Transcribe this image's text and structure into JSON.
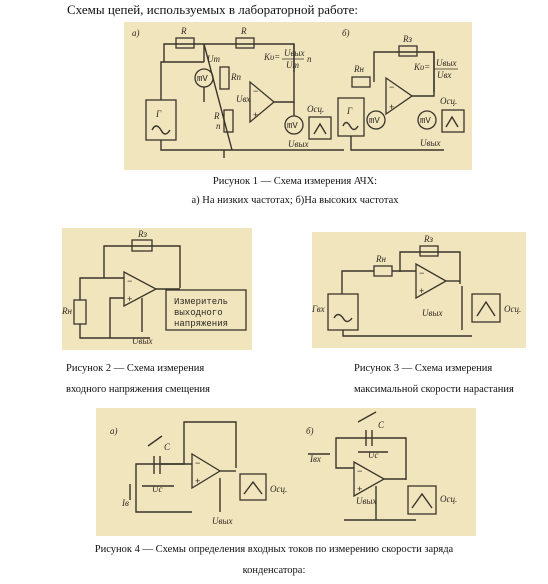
{
  "heading": "Схемы цепей, используемых в лабораторной работе:",
  "fig1": {
    "caption_title": "Рисунок 1 — Схема измерения АЧХ:",
    "caption_sub": "а) На низких частотах;    б)На высоких частотах",
    "labels": {
      "a": "а)",
      "b": "б)",
      "r1": "R",
      "r2": "R",
      "rn_top": "Rn",
      "rn_bot": "Rn",
      "rn_side": "R",
      "rn_side2": "n",
      "um": "Um",
      "uin": "Uвх",
      "uout": "Uвых",
      "mv1": "mV",
      "mv2": "mV",
      "gen": "Г",
      "ku_a": "Kυ=",
      "ku_a_num": "Uвых",
      "ku_a_den": "Um",
      "ku_a_n": "n",
      "osc_a": "Осц.",
      "rf": "Rз",
      "rin": "Rн",
      "ku_b": "Kυ=",
      "ku_b_num": "Uвых",
      "ku_b_den": "Uвх",
      "mv3": "mV",
      "mv4": "mV",
      "gen_b": "Г",
      "uout_b": "Uвых",
      "osc_b": "Осц."
    }
  },
  "fig2": {
    "caption_line1": "Рисунок 2 — Схема измерения",
    "caption_line2": "входного напряжения смещения",
    "labels": {
      "rf": "Rз",
      "rin": "Rн",
      "uout": "Uвых",
      "meter1": "Измеритель",
      "meter2": "выходного",
      "meter3": "напряжения"
    }
  },
  "fig3": {
    "caption_line1": "Рисунок 3 — Схема измерения",
    "caption_line2": "максимальной скорости нарастания",
    "labels": {
      "rf": "Rз",
      "rin": "Rн",
      "gen": "Гвх",
      "uout": "Uвых",
      "osc": "Осц."
    }
  },
  "fig4": {
    "caption_line1": "Рисунок 4 — Схемы определения входных токов по измерению  скорости заряда",
    "caption_line2": "конденсатора:",
    "labels": {
      "a": "а)",
      "b": "б)",
      "c1": "C",
      "uc1": "Uс",
      "ib1": "Iв",
      "uout1": "Uвых",
      "osc1": "Осц.",
      "c2": "C",
      "uc2": "Uc",
      "ib2": "Iвх",
      "uout2": "Uвых",
      "osc2": "Осц."
    }
  }
}
